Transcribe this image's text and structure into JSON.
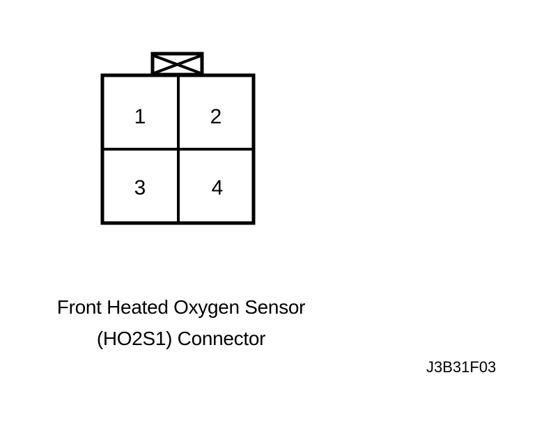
{
  "connector": {
    "pins": [
      {
        "label": "1"
      },
      {
        "label": "2"
      },
      {
        "label": "3"
      },
      {
        "label": "4"
      }
    ]
  },
  "caption": {
    "line1": "Front  Heated Oxygen Sensor",
    "line2": "(HO2S1) Connector"
  },
  "figure_code": "J3B31F03"
}
